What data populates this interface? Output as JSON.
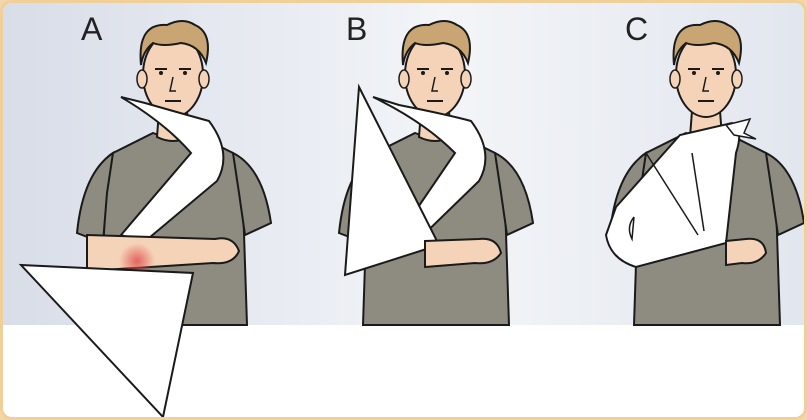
{
  "panels": [
    {
      "label": "A"
    },
    {
      "label": "B"
    },
    {
      "label": "C"
    }
  ],
  "colors": {
    "frame": "#f0cf98",
    "background_band": "#e4e8ef",
    "skin": "#f5d3b8",
    "hair": "#c9a574",
    "shirt": "#8e8b80",
    "bandage": "#ffffff",
    "injury": "#e06060",
    "outline": "#1a1a1a"
  }
}
